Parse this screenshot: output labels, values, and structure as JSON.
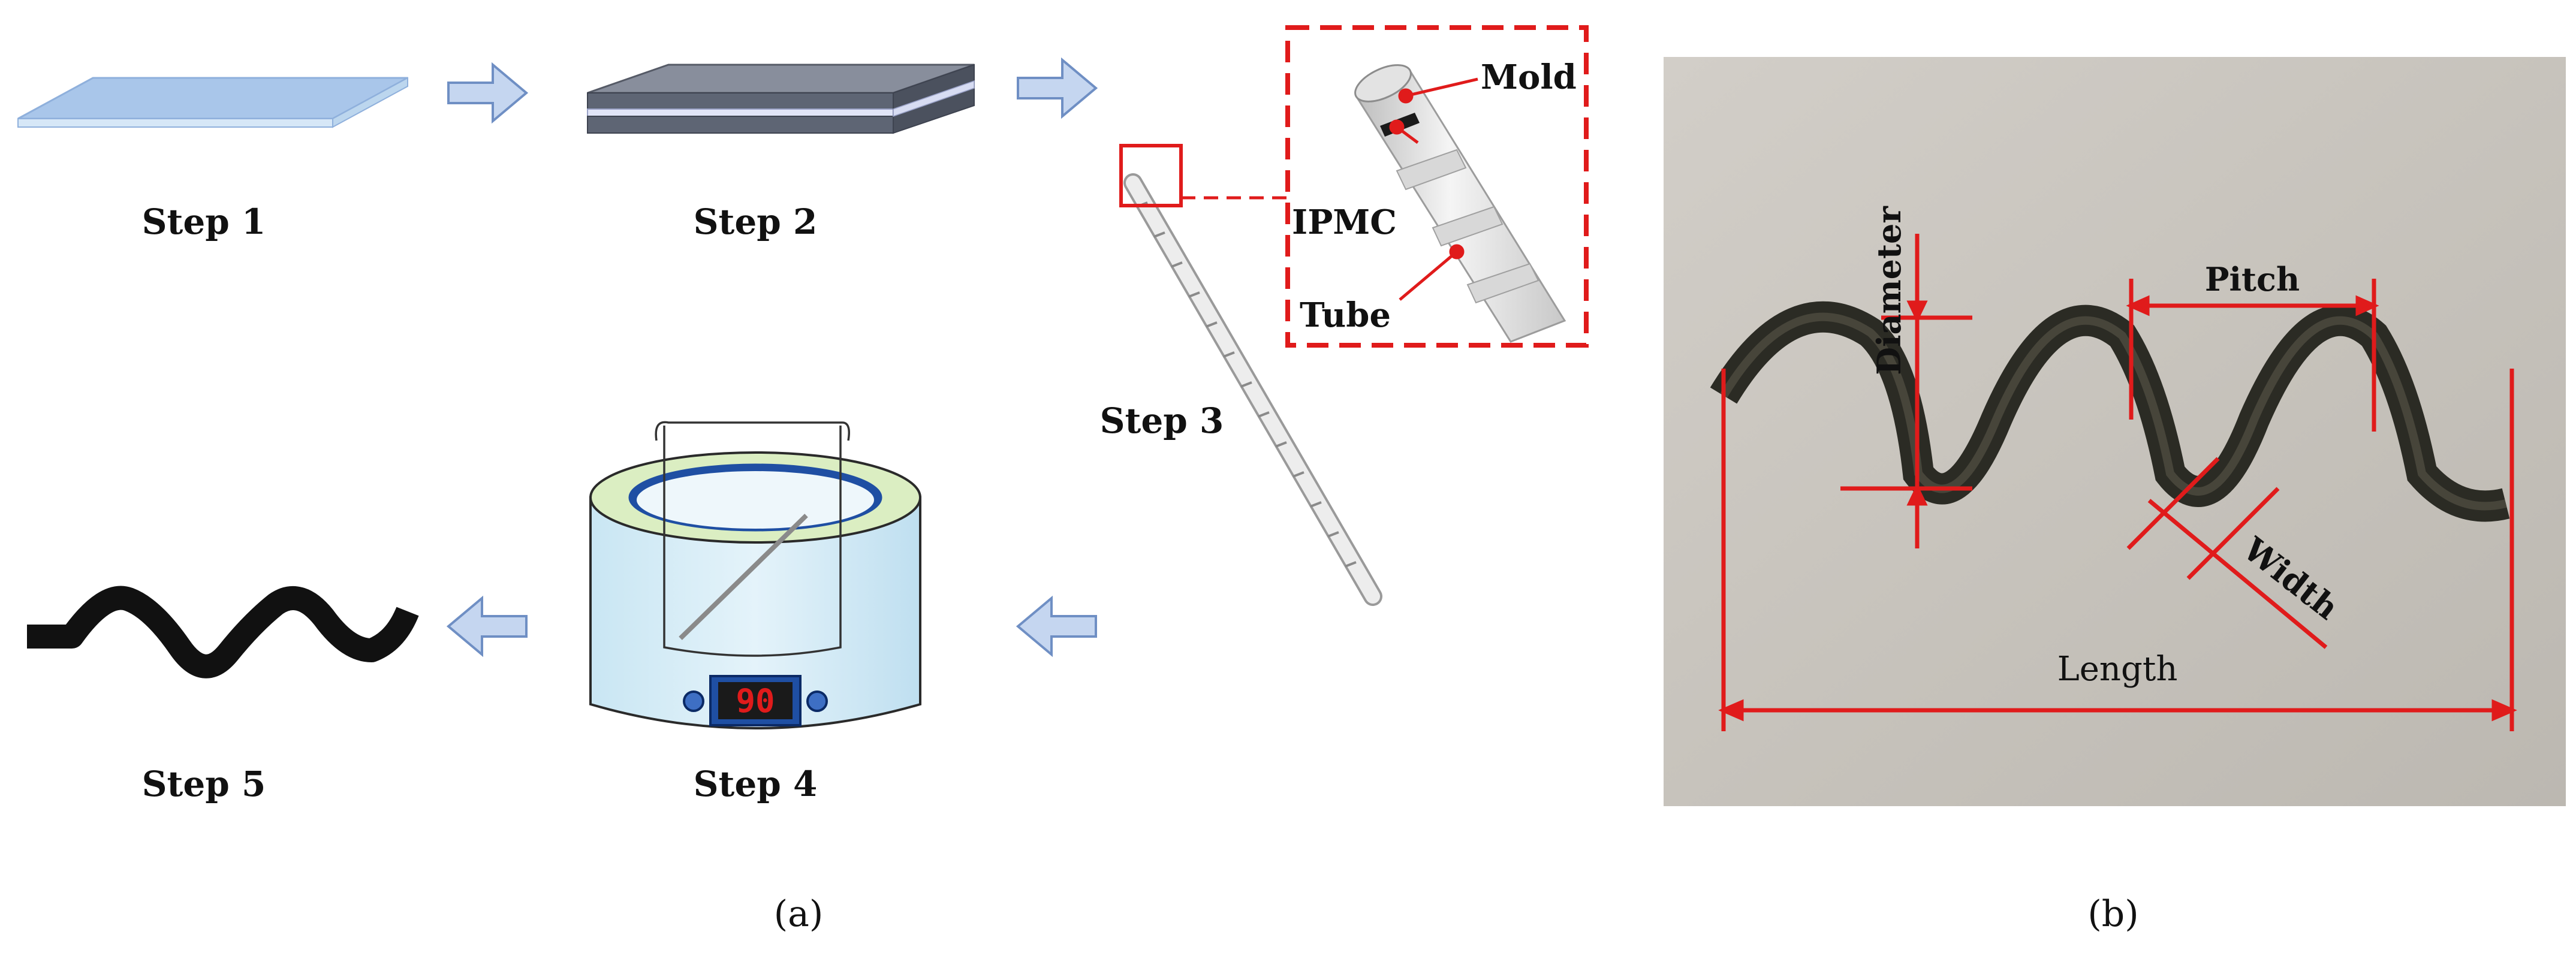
{
  "panel_a": {
    "caption": "(a)",
    "steps": [
      "Step 1",
      "Step 2",
      "Step 3",
      "Step 4",
      "Step 5"
    ],
    "inset_labels": {
      "mold": "Mold",
      "ipmc": "IPMC",
      "tube": "Tube"
    },
    "bath_display": "90"
  },
  "panel_b": {
    "caption": "(b)",
    "labels": {
      "diameter": "Diameter",
      "pitch": "Pitch",
      "width": "Width",
      "length": "Length"
    }
  },
  "colors": {
    "accent_red": "#e01b1b",
    "arrow_fill": "#c5d6f0",
    "arrow_stroke": "#6f8fc4",
    "photo_bg": "#c9c5bf",
    "helix_dark": "#2b2b24"
  }
}
